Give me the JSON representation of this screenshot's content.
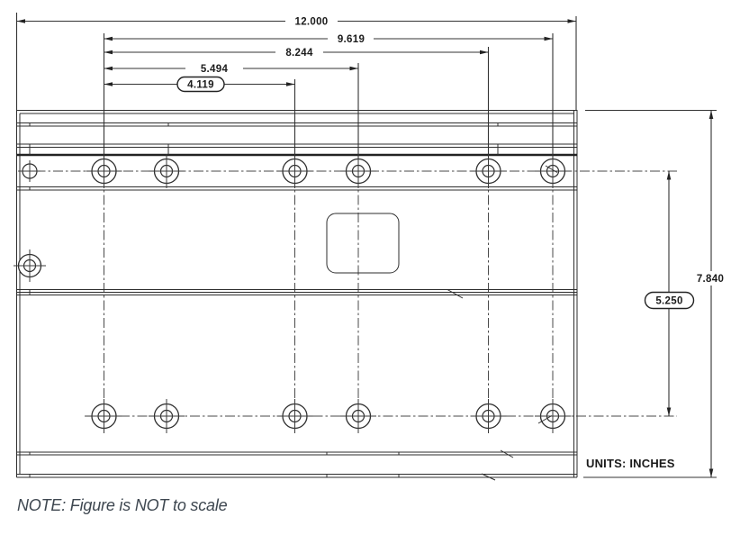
{
  "drawing": {
    "note": "NOTE: Figure is NOT to scale",
    "units_label": "UNITS: INCHES",
    "dimensions": {
      "overall_width": "12.000",
      "hole_col_far": "9.619",
      "hole_col_5": "8.244",
      "hole_col_4": "5.494",
      "hole_col_3": "4.119",
      "overall_height": "7.840",
      "row_spacing": "5.250"
    },
    "holes": {
      "top_row_count": 7,
      "bottom_row_count": 6,
      "side_hole_count": 1
    },
    "colors": {
      "line": "#2e2e2e",
      "dimension": "#333333",
      "text": "#1b1b1b",
      "note_text": "#3e4750",
      "background": "#ffffff"
    }
  }
}
